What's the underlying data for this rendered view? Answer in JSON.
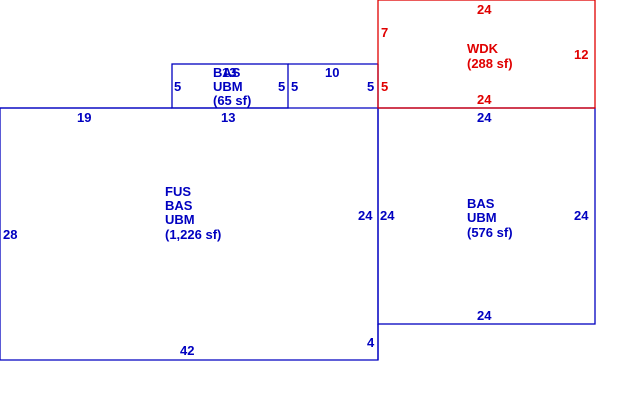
{
  "colors": {
    "main": "#0000c0",
    "deck": "#e00000"
  },
  "sections": {
    "main": {
      "labels": [
        "FUS",
        "BAS",
        "UBM"
      ],
      "area": "(1,226 sf)",
      "dims": {
        "top_left": "19",
        "top_mid": "13",
        "left": "28",
        "right": "24",
        "bottom": "42",
        "step": "4"
      }
    },
    "small": {
      "labels": [
        "BAS",
        "UBM"
      ],
      "area": "(65 sf)",
      "overlap_text": "13",
      "dims": {
        "left": "5",
        "right": "5"
      }
    },
    "connector": {
      "dims": {
        "top": "10",
        "left": "5",
        "right": "5"
      }
    },
    "side": {
      "labels": [
        "BAS",
        "UBM"
      ],
      "area": "(576 sf)",
      "dims": {
        "top": "24",
        "left": "24",
        "right": "24",
        "bottom": "24"
      }
    },
    "deck": {
      "labels": [
        "WDK"
      ],
      "area": "(288 sf)",
      "dims": {
        "top": "24",
        "left": "7",
        "right": "12",
        "bottom": "24",
        "left_lower": "5"
      }
    }
  }
}
